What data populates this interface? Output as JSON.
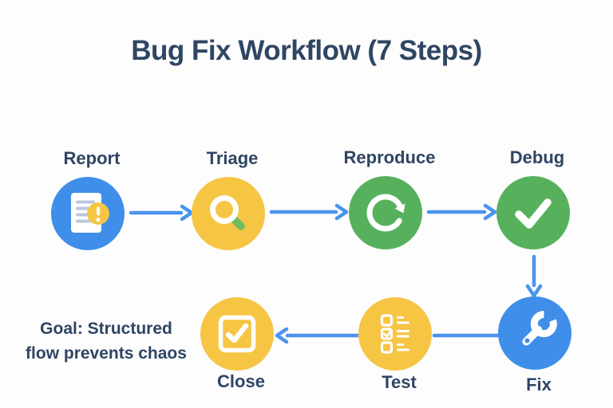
{
  "title": "Bug Fix Workflow (7 Steps)",
  "goal": {
    "line1": "Goal: Structured",
    "line2": "flow prevents chaos"
  },
  "steps": [
    {
      "label": "Report",
      "icon": "report-document-alert-icon",
      "circle_color": "#3f8ee9"
    },
    {
      "label": "Triage",
      "icon": "magnifier-icon",
      "circle_color": "#f6c544"
    },
    {
      "label": "Reproduce",
      "icon": "refresh-cycle-icon",
      "circle_color": "#57b15c"
    },
    {
      "label": "Debug",
      "icon": "checkmark-icon",
      "circle_color": "#57b15c"
    },
    {
      "label": "Fix",
      "icon": "wrench-icon",
      "circle_color": "#3f8ee9"
    },
    {
      "label": "Test",
      "icon": "checklist-icon",
      "circle_color": "#f6c544"
    },
    {
      "label": "Close",
      "icon": "checkbox-check-icon",
      "circle_color": "#f6c544"
    }
  ],
  "flow_connections": [
    "Report → Triage",
    "Triage → Reproduce",
    "Reproduce → Debug",
    "Debug → Fix",
    "Fix → Test",
    "Test → Close"
  ],
  "colors": {
    "background": "#fdfdfd",
    "text_navy": "#2e4563",
    "arrow_blue": "#4a94ee",
    "node_blue": "#3f8ee9",
    "node_yellow": "#f6c544",
    "node_green": "#57b15c",
    "magnifier_handle_green": "#6cbf5e",
    "document_line_gray": "#b9c8de"
  }
}
